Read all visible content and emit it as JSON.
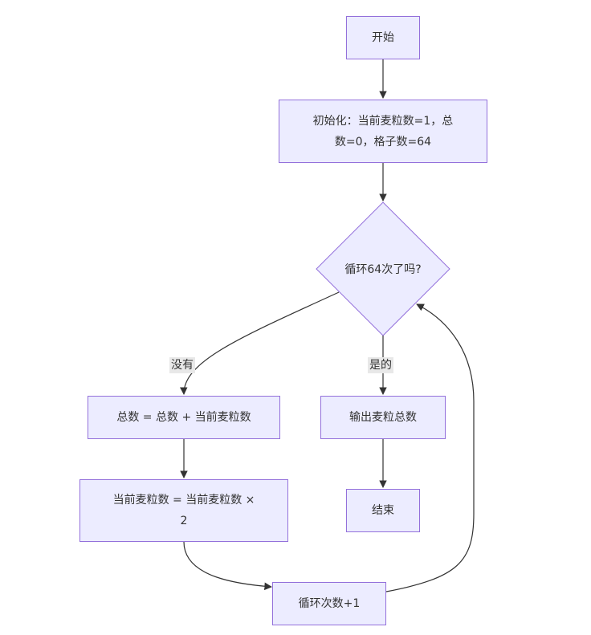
{
  "colors": {
    "node_fill": "#ECECFF",
    "node_border": "#9370DB",
    "edge": "#333333",
    "edge_label_bg": "#e8e8e8"
  },
  "nodes": {
    "start": "开始",
    "init_line1": "初始化：当前麦粒数=1，总",
    "init_line2": "数=0，格子数=64",
    "decision": "循环64次了吗?",
    "add_total": "总数 = 总数 + 当前麦粒数",
    "double_line1": "当前麦粒数 = 当前麦粒数 ×",
    "double_line2": "2",
    "output": "输出麦粒总数",
    "end": "结束",
    "increment": "循环次数+1"
  },
  "edges": {
    "no_label": "没有",
    "yes_label": "是的"
  }
}
